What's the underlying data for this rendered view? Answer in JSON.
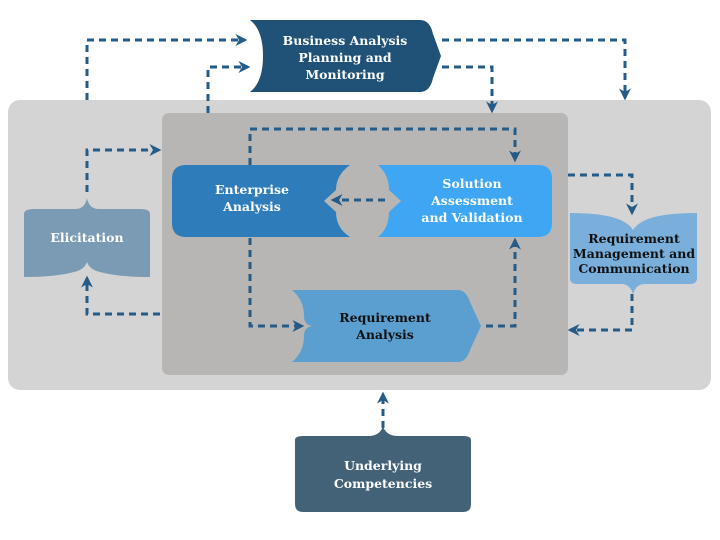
{
  "colors": {
    "arrow": "#245b87",
    "outer_panel": "#d4d4d4",
    "inner_panel": "#b7b6b5",
    "planning": "#1f5276",
    "elicitation": "#7a9bb3",
    "enterprise": "#2e7dba",
    "solution": "#3ea6f2",
    "requirement_analysis": "#5b9fd0",
    "requirement_management": "#7aafdb",
    "competencies": "#446277"
  },
  "nodes": {
    "planning": {
      "lines": [
        "Business Analysis",
        "Planning and",
        "Monitoring"
      ]
    },
    "elicitation": {
      "lines": [
        "Elicitation"
      ]
    },
    "enterprise": {
      "lines": [
        "Enterprise",
        "Analysis"
      ]
    },
    "solution": {
      "lines": [
        "Solution",
        "Assessment",
        "and Validation"
      ]
    },
    "requirement_analysis": {
      "lines": [
        "Requirement",
        "Analysis"
      ]
    },
    "requirement_management": {
      "lines": [
        "Requirement",
        "Management and",
        "Communication"
      ]
    },
    "competencies": {
      "lines": [
        "Underlying",
        "Competencies"
      ]
    }
  }
}
